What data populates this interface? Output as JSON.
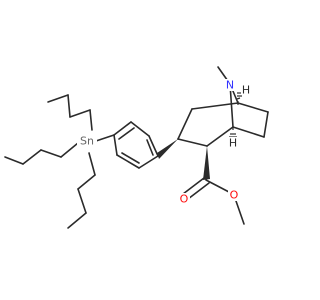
{
  "molecule": {
    "atoms": {
      "N": {
        "text": "N",
        "color": "#3333ff"
      },
      "Sn": {
        "text": "Sn",
        "color": "#666666"
      },
      "O_carbonyl": {
        "text": "O",
        "color": "#ff0d0d"
      },
      "O_ester": {
        "text": "O",
        "color": "#ff0d0d"
      },
      "H_top": {
        "text": "H",
        "color": "#2b2b2b"
      },
      "H_bottom": {
        "text": "H",
        "color": "#2b2b2b"
      }
    }
  }
}
